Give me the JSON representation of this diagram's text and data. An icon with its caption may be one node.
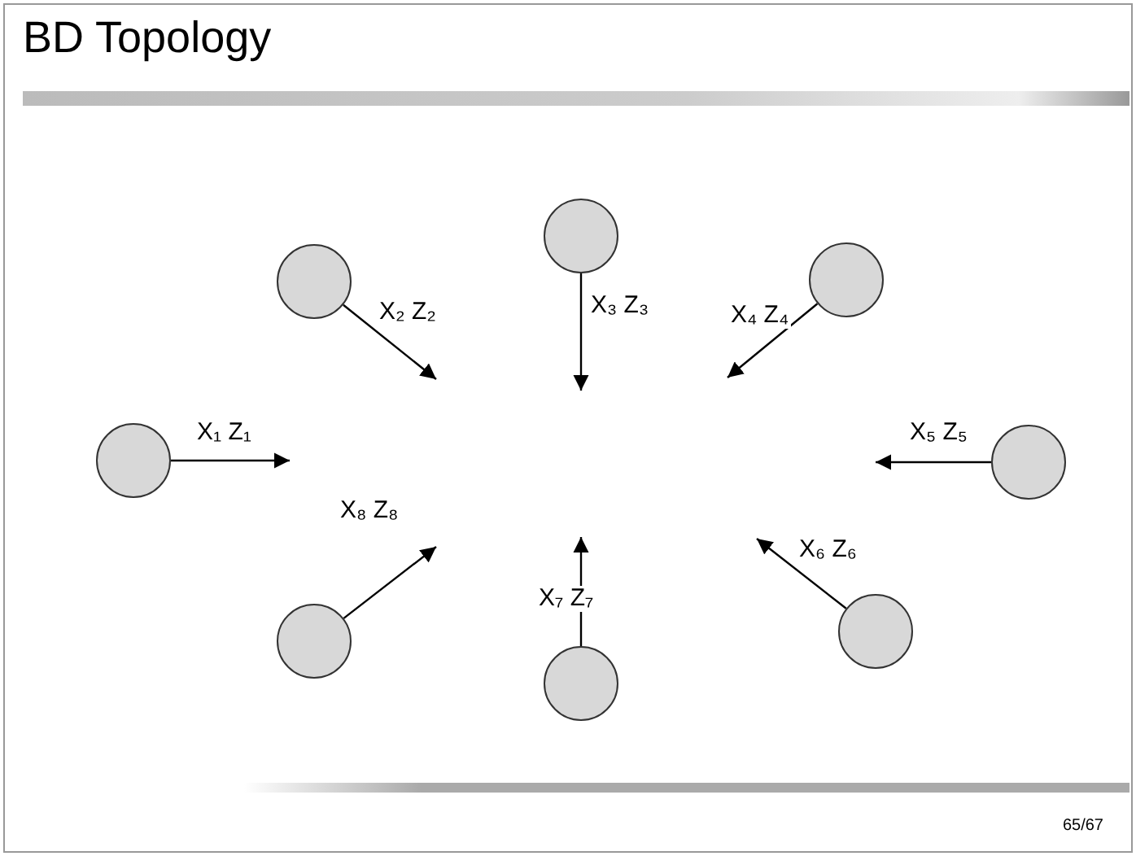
{
  "diagram": {
    "title": "BD Topology",
    "nodes": [
      {
        "text": [],
        "shape": "circle"
      },
      {
        "text": [],
        "shape": "circle"
      },
      {
        "text": [],
        "shape": "circle"
      },
      {
        "text": [],
        "shape": "circle"
      },
      {
        "text": [],
        "shape": "circle"
      },
      {
        "text": [],
        "shape": "circle"
      },
      {
        "text": [],
        "shape": "circle"
      },
      {
        "text": [],
        "shape": "circle"
      }
    ],
    "edges": [
      {
        "from": 0,
        "to": null,
        "arrow": "to",
        "label": "X₁ Z₁"
      },
      {
        "from": 1,
        "to": null,
        "arrow": "to",
        "label": "X₂ Z₂"
      },
      {
        "from": 2,
        "to": null,
        "arrow": "to",
        "label": "X₃ Z₃"
      },
      {
        "from": 3,
        "to": null,
        "arrow": "to",
        "label": "X₄ Z₄"
      },
      {
        "from": 4,
        "to": null,
        "arrow": "to",
        "label": "X₅ Z₅"
      },
      {
        "from": 5,
        "to": null,
        "arrow": "to",
        "label": "X₆ Z₆"
      },
      {
        "from": 6,
        "to": null,
        "arrow": "to",
        "label": "X₇ Z₇"
      },
      {
        "from": 7,
        "to": null,
        "arrow": "to",
        "label": "X₈ Z₈"
      }
    ],
    "labels": [
      "65/67"
    ]
  }
}
